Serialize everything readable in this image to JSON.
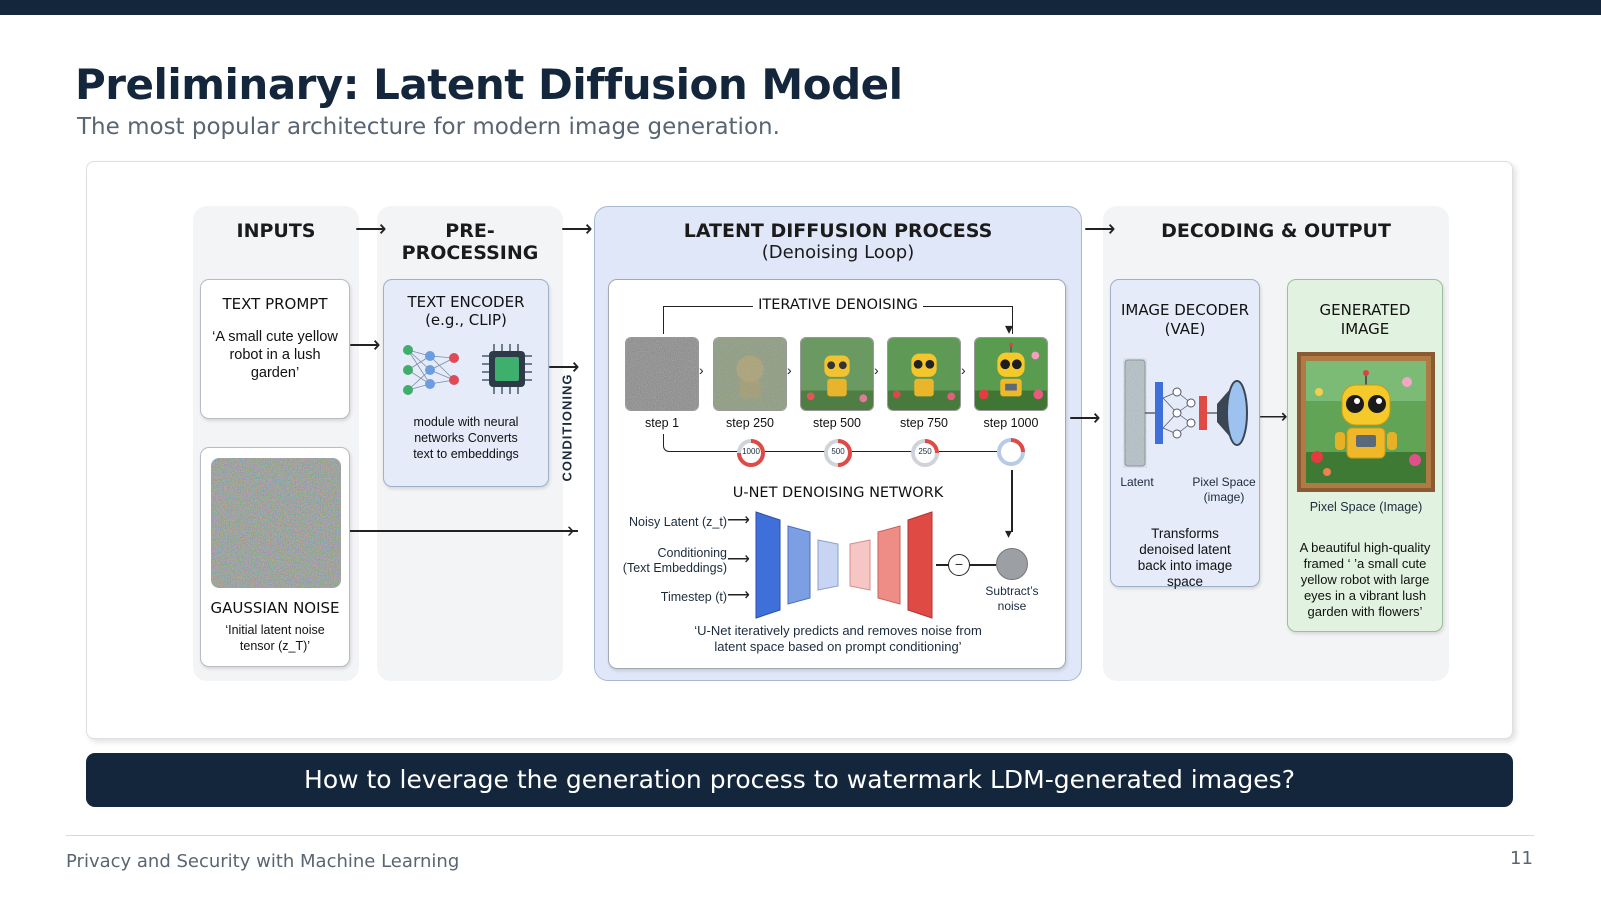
{
  "slide": {
    "title": "Preliminary: Latent Diffusion Model",
    "subtitle": "The most popular architecture for modern image generation.",
    "banner": "How to leverage the generation process to watermark LDM-generated images?",
    "footer": "Privacy and Security with Machine Learning",
    "page_number": "11"
  },
  "lanes": {
    "inputs": "INPUTS",
    "preprocessing": "PRE-PROCESSING",
    "diffusion_line1": "LATENT DIFFUSION PROCESS",
    "diffusion_line2": "(Denoising Loop)",
    "decoding": "DECODING & OUTPUT"
  },
  "text_prompt": {
    "title": "TEXT PROMPT",
    "text": "‘A small cute yellow robot in a lush garden’"
  },
  "gaussian_noise": {
    "title": "GAUSSIAN NOISE",
    "text": "‘Initial latent noise tensor (z_T)’"
  },
  "text_encoder": {
    "title_line1": "TEXT ENCODER",
    "title_line2": "(e.g., CLIP)",
    "text": "module with neural networks Converts text to embeddings"
  },
  "conditioning_label": "CONDITIONING",
  "iterative": {
    "title": "ITERATIVE DENOISING",
    "steps": [
      "step 1",
      "step 250",
      "step 500",
      "step 750",
      "step 1000"
    ],
    "timesteps": [
      "1000",
      "500",
      "250"
    ]
  },
  "unet": {
    "title": "U-NET DENOISING NETWORK",
    "input_noisy": "Noisy Latent (z_t)",
    "input_cond_line1": "Conditioning",
    "input_cond_line2": "(Text Embeddings)",
    "input_timestep": "Timestep (t)",
    "operator": "−",
    "subtract_label": "Subtract’s noise",
    "caption": "‘U-Net iteratively predicts and removes noise from latent space based on prompt conditioning’"
  },
  "decoder": {
    "title_line1": "IMAGE DECODER",
    "title_line2": "(VAE)",
    "latent_label": "Latent",
    "pixel_label": "Pixel Space (image)",
    "text": "Transforms denoised latent back into image space"
  },
  "generated": {
    "title_line1": "GENERATED",
    "title_line2": "IMAGE",
    "pixel_label": "Pixel Space (Image)",
    "text": "A beautiful high-quality framed ‘ ’a small cute yellow robot with large eyes in a vibrant lush garden with flowers’"
  },
  "colors": {
    "navy": "#13263b",
    "blue_lane": "#dfe7f8",
    "green_box": "#e2f2e0",
    "unet_blue": "#3f6fd8",
    "unet_red": "#e04a45",
    "robot_yellow": "#f2c230"
  }
}
